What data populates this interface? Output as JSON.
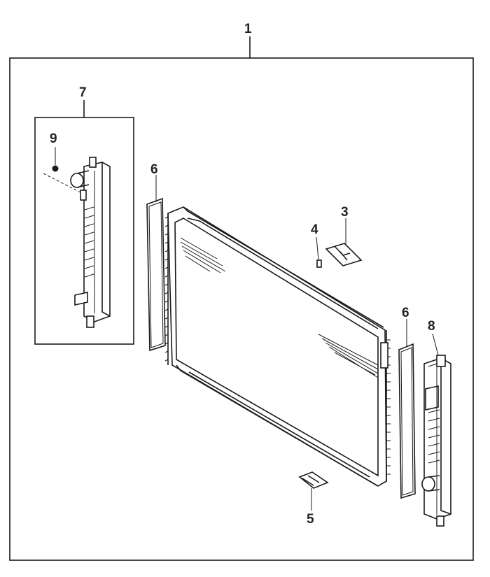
{
  "callouts": {
    "c1": "1",
    "c2": "3",
    "c3": "4",
    "c4": "5",
    "c5": "6",
    "c6": "6",
    "c7": "7",
    "c8": "8",
    "c9": "9"
  },
  "colors": {
    "line": "#1a1a1a",
    "background": "#ffffff"
  }
}
